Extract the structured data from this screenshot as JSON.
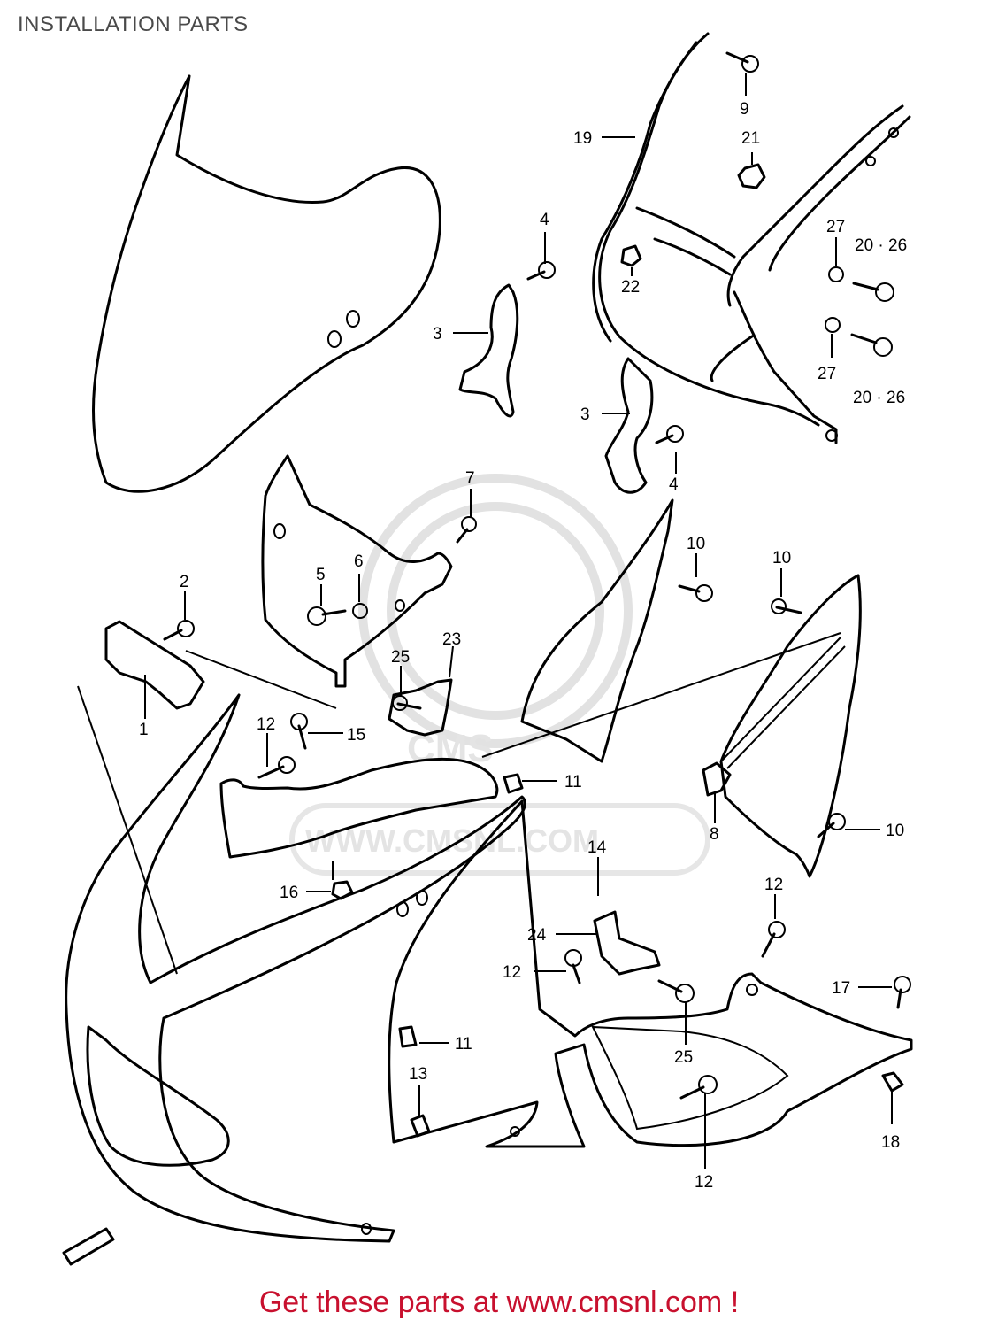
{
  "title": "INSTALLATION PARTS",
  "watermark": {
    "logo_text": "CMS",
    "url_text": "WWW.CMSNL.COM"
  },
  "footer": "Get these parts at www.cmsnl.com !",
  "callouts": {
    "p1": "1",
    "p2": "2",
    "p3a": "3",
    "p3b": "3",
    "p4a": "4",
    "p4b": "4",
    "p5": "5",
    "p6": "6",
    "p7": "7",
    "p8": "8",
    "p9": "9",
    "p10a": "10",
    "p10b": "10",
    "p10c": "10",
    "p11a": "11",
    "p11b": "11",
    "p12a": "12",
    "p12b": "12",
    "p12c": "12",
    "p12d": "12",
    "p13": "13",
    "p14": "14",
    "p15": "15",
    "p16": "16",
    "p17": "17",
    "p18": "18",
    "p19": "19",
    "p20a": "20 · 26",
    "p20b": "20 · 26",
    "p21": "21",
    "p22": "22",
    "p23": "23",
    "p24": "24",
    "p25a": "25",
    "p25b": "25",
    "p27a": "27",
    "p27b": "27"
  },
  "colors": {
    "footer": "#c8102e",
    "title": "#4a4a4a"
  }
}
